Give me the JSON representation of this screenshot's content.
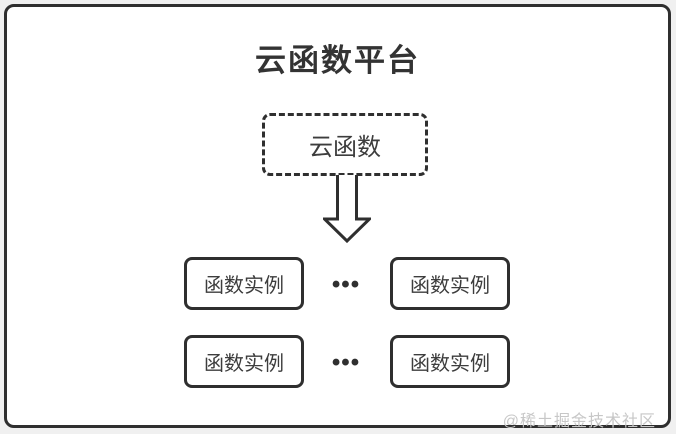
{
  "diagram": {
    "title": "云函数平台",
    "cloud_function": {
      "label": "云函数"
    },
    "ellipsis": "•••",
    "rows": [
      {
        "instances": [
          "函数实例",
          "函数实例"
        ]
      },
      {
        "instances": [
          "函数实例",
          "函数实例"
        ]
      }
    ],
    "watermark": "@稀土掘金技术社区",
    "colors": {
      "stroke": "#2f2f2f",
      "canvas_background": "#f0f0f0",
      "card_background": "#ffffff",
      "title_text": "#333333",
      "node_text": "#3d3d3d",
      "watermark_text": "#c7c7c7"
    },
    "icons": {
      "down_arrow": "hollow-block-arrow-down"
    }
  }
}
